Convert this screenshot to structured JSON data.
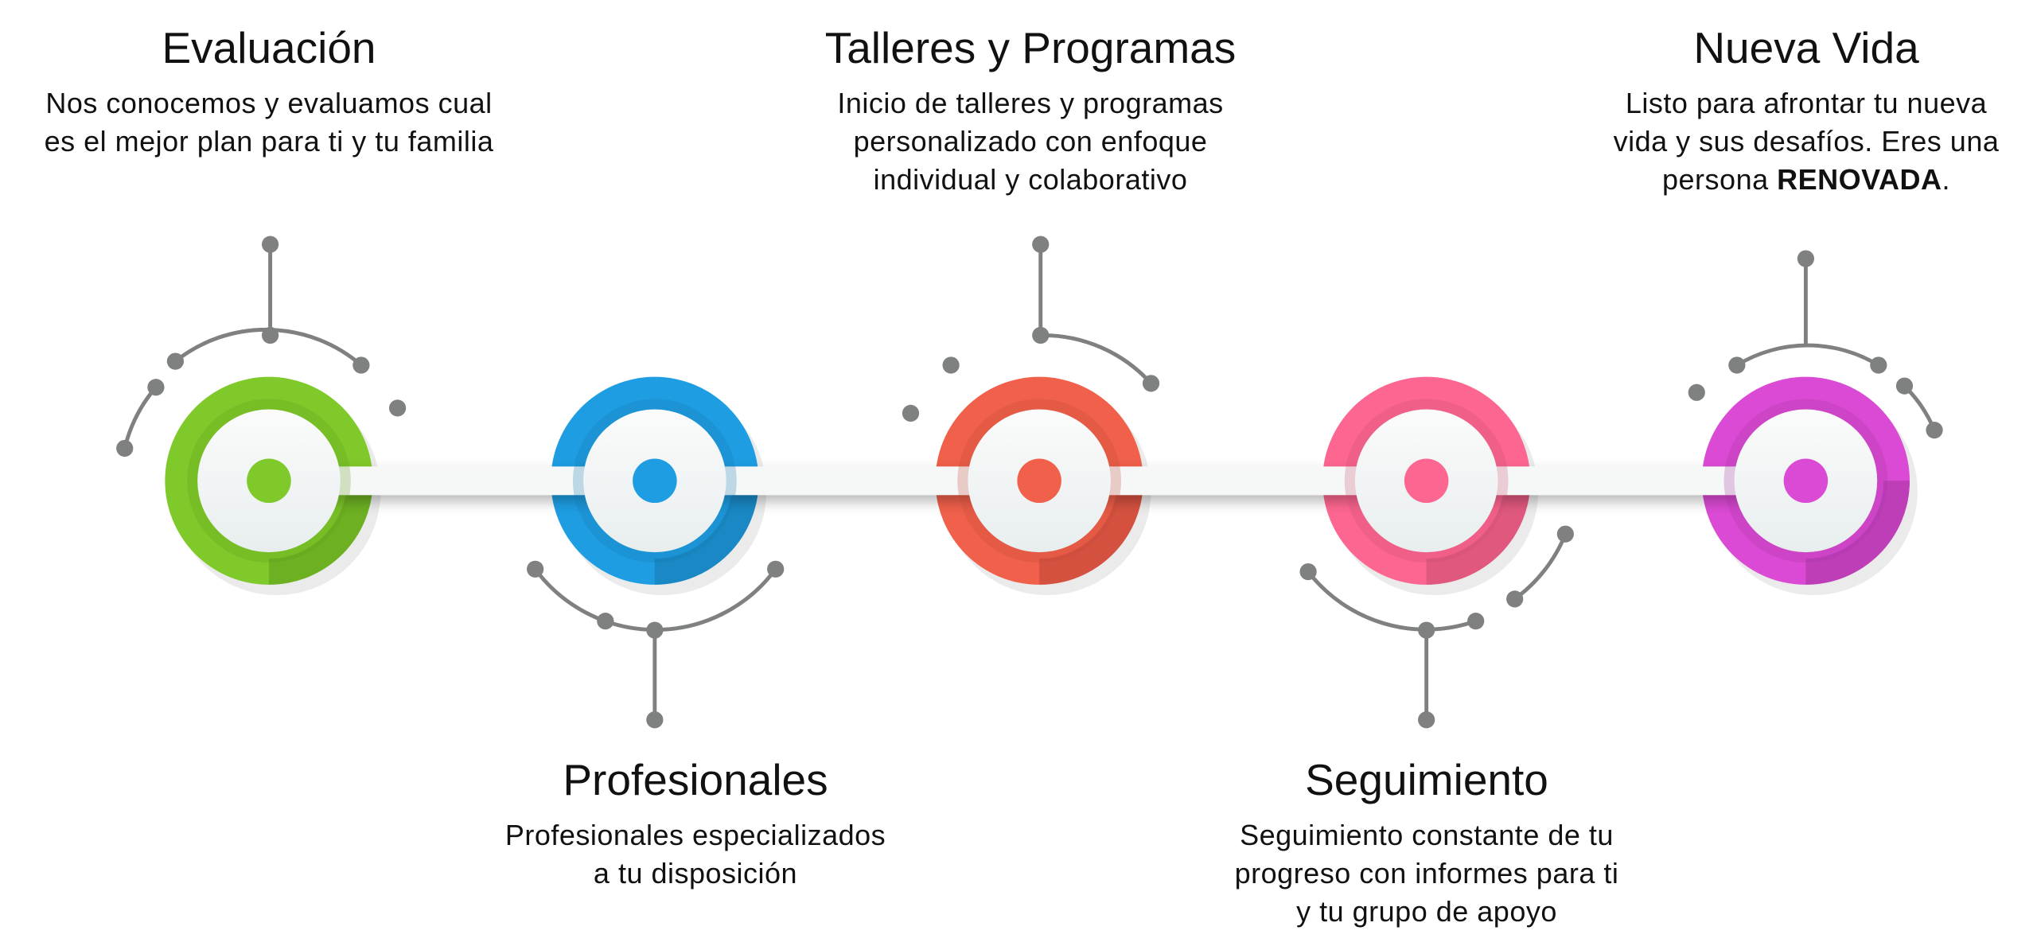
{
  "steps": [
    {
      "title": "Evaluación",
      "lines": [
        "Nos conocemos y evaluamos cual",
        "es el mejor plan para ti y tu familia"
      ],
      "color": "#7fc92a",
      "dark": "#5e9a1c"
    },
    {
      "title": "Profesionales",
      "lines": [
        "Profesionales especializados",
        "a tu disposición"
      ],
      "color": "#1e9de3",
      "dark": "#1576ad"
    },
    {
      "title": "Talleres y Programas",
      "lines": [
        "Inicio de talleres y programas",
        "personalizado con enfoque",
        "individual y colaborativo"
      ],
      "color": "#f0604a",
      "dark": "#bf4636"
    },
    {
      "title": "Seguimiento",
      "lines": [
        "Seguimiento constante de tu",
        "progreso con informes para ti",
        "y tu grupo de apoyo"
      ],
      "color": "#fd6690",
      "dark": "#c94c70"
    },
    {
      "title": "Nueva Vida",
      "lines": [
        "Listo para afrontar tu nueva",
        "vida y sus desafíos. Eres una",
        "persona "
      ],
      "bold": "RENOVADA",
      "tail": ".",
      "color": "#db4ad4",
      "dark": "#a535a0"
    }
  ],
  "colors": {
    "connector": "#7f8080",
    "bar": "#f6f7f7",
    "inner": "#f1f3f3"
  }
}
